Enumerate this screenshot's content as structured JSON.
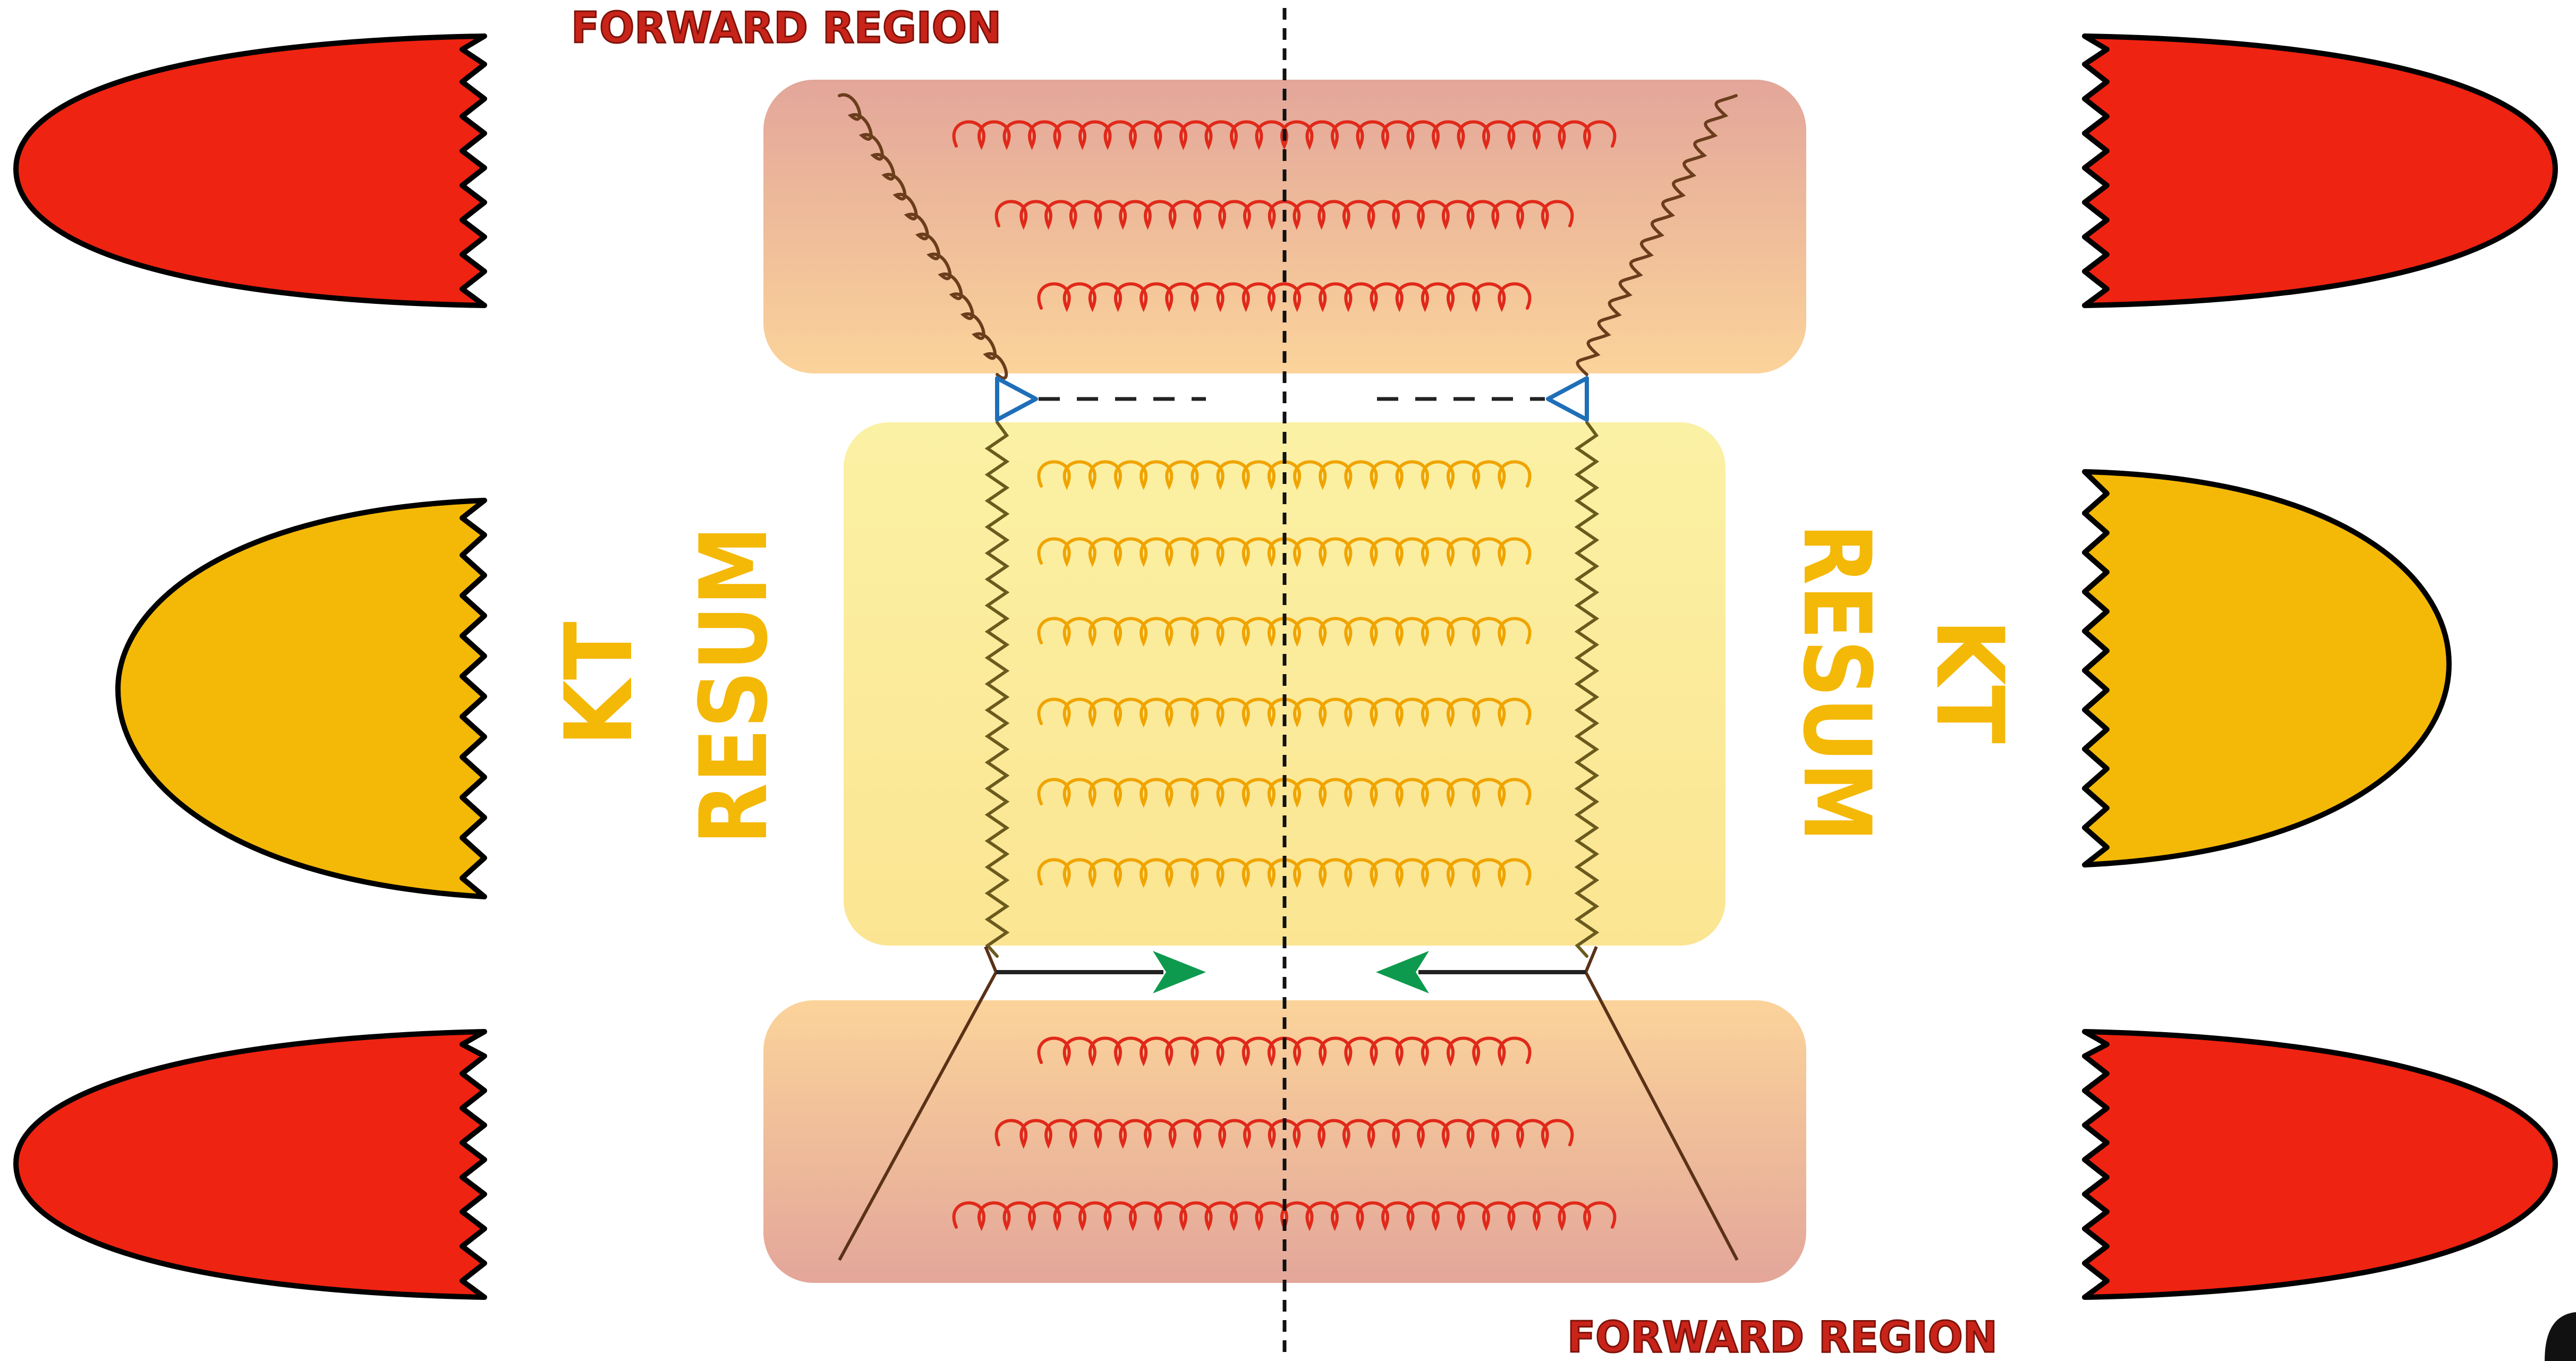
{
  "labels": {
    "forward_region_top": "FORWARD REGION",
    "forward_region_bottom": "FORWARD REGION",
    "left_kt": "KT",
    "left_resum": "RESUM",
    "right_kt": "KT",
    "right_resum": "RESUM"
  },
  "colors": {
    "hadron_red": "#ee2311",
    "hadron_yellow": "#f4b807",
    "forward_text": "#c8241a",
    "resum_text": "#f4b807",
    "gluon_forward": "#e0291a",
    "gluon_central": "#f0a400",
    "outer_gluon": "#6b3d1c",
    "reggeon": "#6b5a1e",
    "vertex_blue": "#1f6fb8",
    "arrow_green": "#0e9a4e",
    "line_dark": "#222222",
    "forward_box_top": "#e3a69a",
    "forward_box_bottom": "#fbd39a",
    "central_box_top": "#fbf1a4",
    "central_box_bottom": "#fbe592"
  },
  "icons": {
    "hadron_blob": "hadron-blob-icon",
    "gluon": "gluon-icon",
    "reggeon": "reggeon-zigzag-icon",
    "impact_vertex": "triangle-vertex-icon",
    "arrow": "arrow-head-icon"
  }
}
